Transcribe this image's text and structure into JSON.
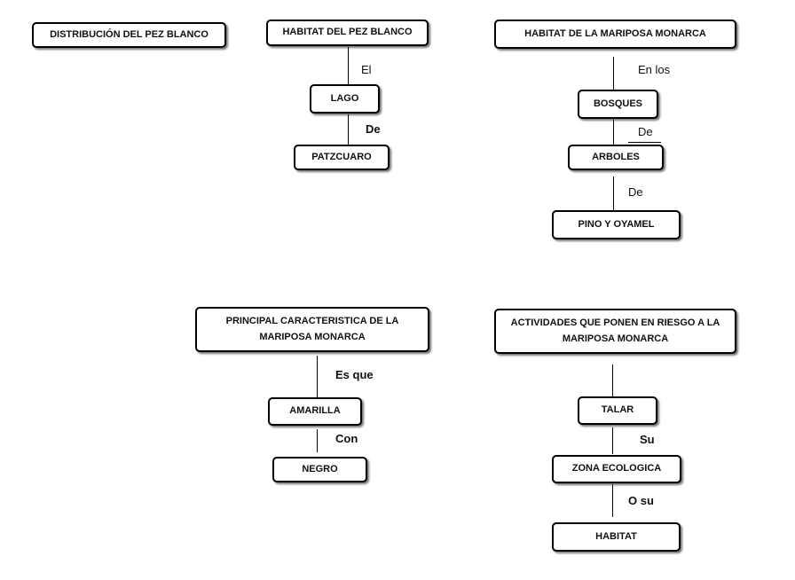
{
  "pez_distribucion": {
    "title": "DISTRIBUCIÓN DEL PEZ BLANCO"
  },
  "pez_habitat": {
    "title": "HABITAT DEL PEZ BLANCO",
    "link_1": "El",
    "node_1": "LAGO",
    "link_2": "De",
    "node_2": "PATZCUARO"
  },
  "mariposa_habitat": {
    "title": "HABITAT DE LA MARIPOSA MONARCA",
    "link_1": "En  los",
    "node_1": "BOSQUES",
    "link_2": "De",
    "node_2": "ARBOLES",
    "link_3": "De",
    "node_3": "PINO Y OYAMEL"
  },
  "mariposa_caracteristica": {
    "title": "PRINCIPAL CARACTERISTICA DE LA MARIPOSA MONARCA",
    "link_1": "Es que",
    "node_1": "AMARILLA",
    "link_2": "Con",
    "node_2": "NEGRO"
  },
  "mariposa_riesgo": {
    "title": "ACTIVIDADES QUE PONEN  EN RIESGO A LA MARIPOSA MONARCA",
    "node_1": "TALAR",
    "link_1": "Su",
    "node_2": "ZONA ECOLOGICA",
    "link_2": "O su",
    "node_3": "HABITAT"
  }
}
